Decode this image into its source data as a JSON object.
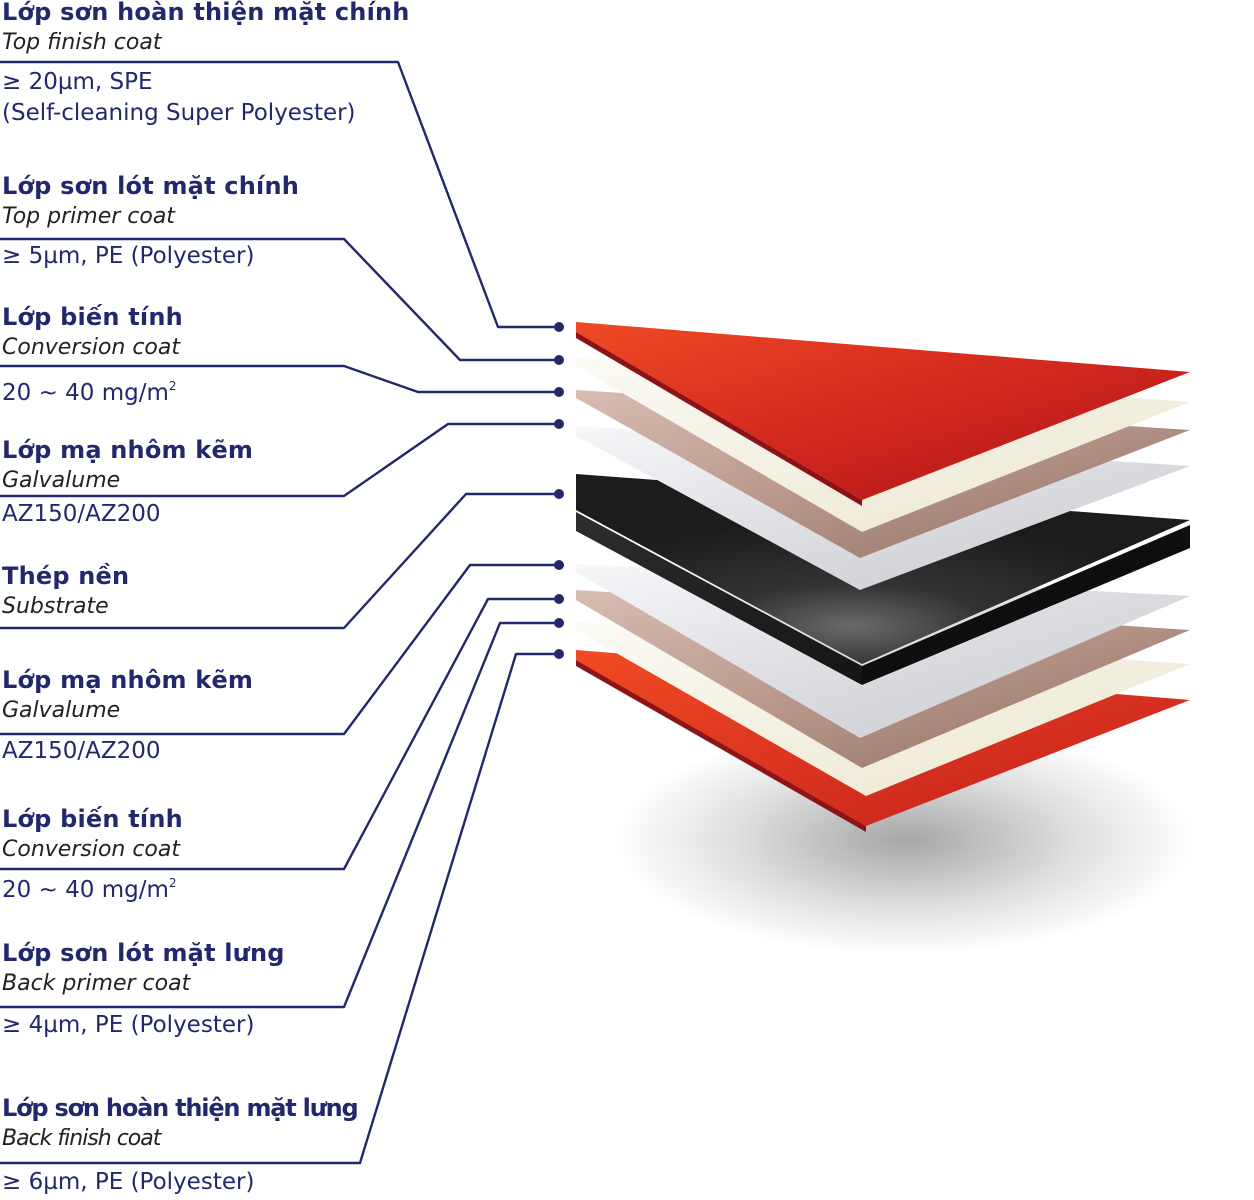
{
  "layers": [
    {
      "vn": "Lớp sơn hoàn thiện mặt chính",
      "en": "Top finish coat",
      "spec": "≥ 20µm, SPE",
      "spec2": " (Self-cleaning Super Polyester)"
    },
    {
      "vn": "Lớp sơn lót mặt chính",
      "en": "Top primer coat",
      "spec": "≥ 5µm, PE (Polyester)"
    },
    {
      "vn": "Lớp biến tính",
      "en": "Conversion coat",
      "spec": "20 ~ 40 mg/m",
      "sup": "2"
    },
    {
      "vn": "Lớp mạ nhôm kẽm",
      "en": "Galvalume",
      "spec": "AZ150/AZ200"
    },
    {
      "vn": "Thép nền",
      "en": "Substrate"
    },
    {
      "vn": "Lớp mạ nhôm kẽm",
      "en": "Galvalume",
      "spec": "AZ150/AZ200"
    },
    {
      "vn": "Lớp biến tính",
      "en": "Conversion coat",
      "spec": "20 ~ 40 mg/m",
      "sup": "2"
    },
    {
      "vn": "Lớp sơn lót mặt lưng",
      "en": "Back primer coat",
      "spec": "≥ 4µm, PE (Polyester)"
    },
    {
      "vn": "Lớp sơn hoàn thiện mặt lưng",
      "en": "Back finish coat",
      "spec": "≥ 6µm, PE (Polyester)"
    }
  ],
  "colors": {
    "text": "#23286d",
    "leader": "#23286d",
    "finish": "#d42a1c",
    "primer": "#f3efdf",
    "conversion": "#b89a8e",
    "galvalume": "#e6e7ea",
    "substrate": "#2a2a2a"
  }
}
